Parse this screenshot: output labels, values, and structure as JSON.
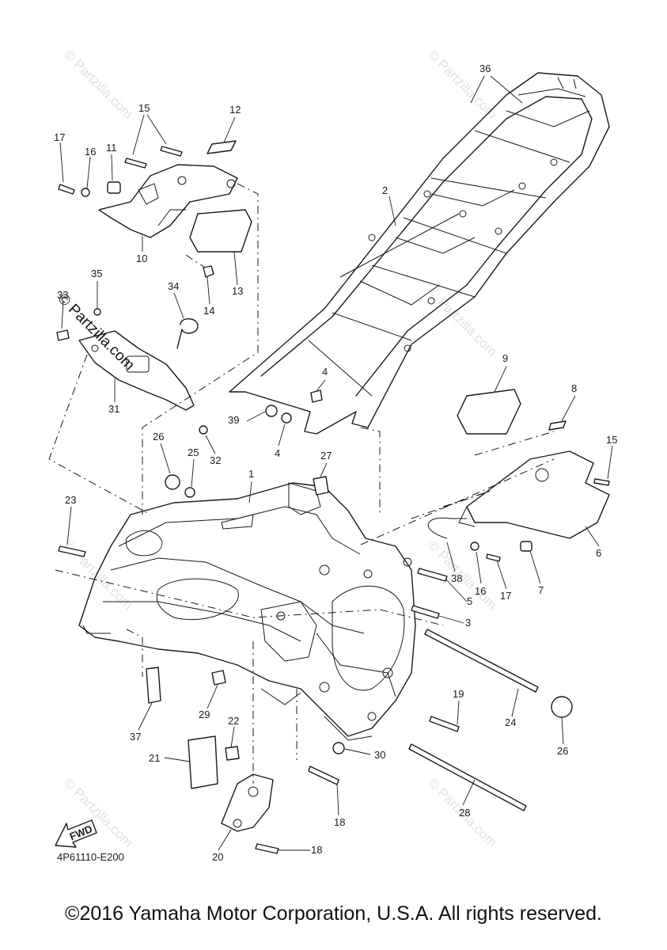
{
  "diagram_code": "4P61110-E200",
  "fwd_label": "FWD",
  "watermark": "© Partzilla.com",
  "copyright": "©2016 Yamaha Motor Corporation, U.S.A. All rights reserved.",
  "callouts": [
    "36",
    "2",
    "12",
    "15",
    "17",
    "16",
    "11",
    "10",
    "13",
    "14",
    "35",
    "33",
    "34",
    "31",
    "32",
    "9",
    "8",
    "15",
    "4",
    "39",
    "4",
    "26",
    "25",
    "27",
    "1",
    "23",
    "6",
    "38",
    "16",
    "17",
    "7",
    "5",
    "3",
    "19",
    "24",
    "26",
    "29",
    "37",
    "22",
    "21",
    "30",
    "18",
    "28",
    "20",
    "18"
  ]
}
